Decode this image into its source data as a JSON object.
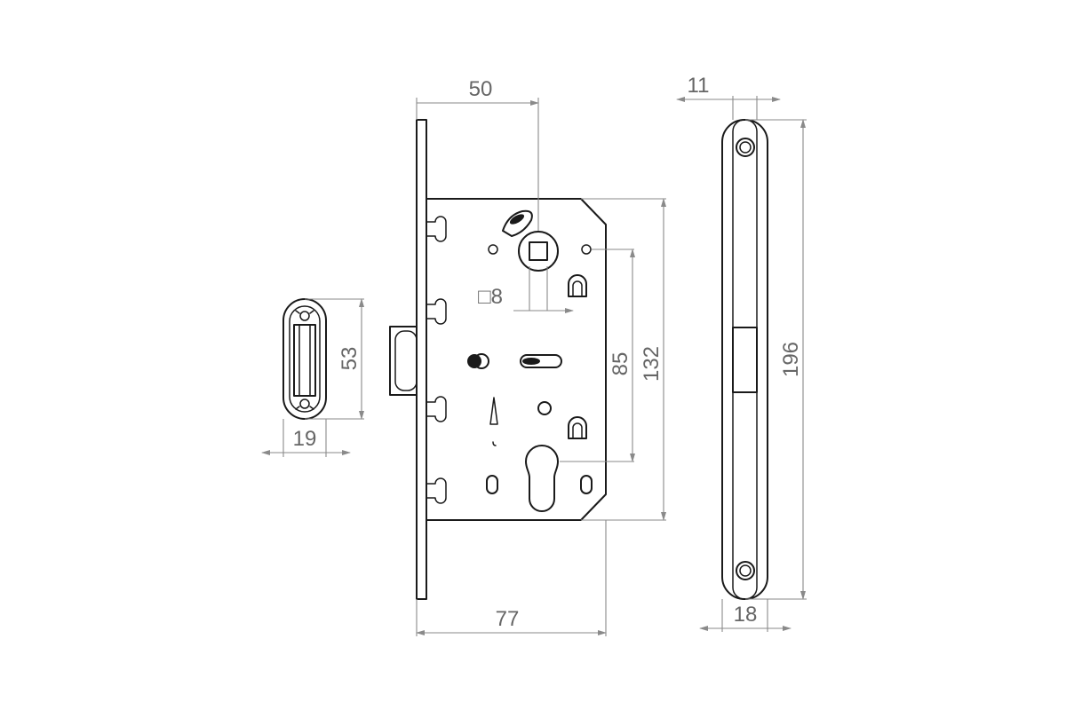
{
  "dimensions": {
    "lock_backset": "50",
    "spindle_square": "□8",
    "center_distance": "85",
    "lock_body_height": "132",
    "lock_depth": "77",
    "strike_height": "53",
    "strike_width": "19",
    "faceplate_thickness": "11",
    "faceplate_height": "196",
    "faceplate_width": "18"
  },
  "colors": {
    "line": "#1a1a1a",
    "dimension_line": "#8a8a8a",
    "dimension_text": "#666666",
    "background": "#ffffff"
  }
}
